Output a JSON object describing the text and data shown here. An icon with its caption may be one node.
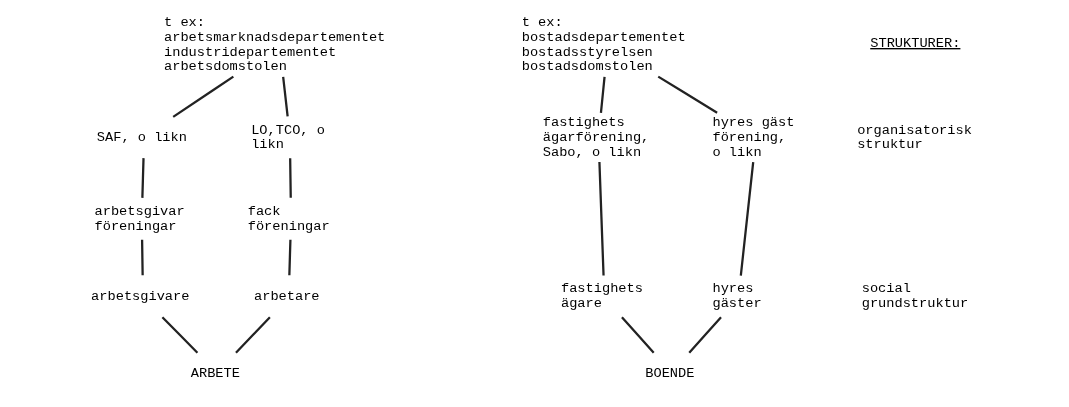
{
  "diagram": {
    "nodes": [
      {
        "text": [
          "t ex:",
          "arbetsmarknadsdepartementet",
          "industridepartementet",
          "arbetsdomstolen"
        ]
      },
      {
        "text": [
          "SAF, o likn"
        ]
      },
      {
        "text": [
          "LO,TCO, o likn"
        ]
      },
      {
        "text": [
          "arbetsgivar föreningar"
        ]
      },
      {
        "text": [
          "fack föreningar"
        ]
      },
      {
        "text": [
          "arbetsgivare"
        ]
      },
      {
        "text": [
          "arbetare"
        ]
      },
      {
        "text": [
          "ARBETE"
        ]
      },
      {
        "text": [
          "t ex:",
          "bostadsdepartementet",
          "bostadsstyrelsen",
          "bostadsdomstolen"
        ]
      },
      {
        "text": [
          "fastighets ägarförening, Sabo, o likn"
        ]
      },
      {
        "text": [
          "hyres gäst förening, o likn"
        ]
      },
      {
        "text": [
          "fastighets ägare"
        ]
      },
      {
        "text": [
          "hyres gäster"
        ]
      },
      {
        "text": [
          "BOENDE"
        ]
      }
    ],
    "edges": [
      {
        "from": 0,
        "to": 1,
        "arrow": "none"
      },
      {
        "from": 0,
        "to": 2,
        "arrow": "none"
      },
      {
        "from": 1,
        "to": 3,
        "arrow": "none"
      },
      {
        "from": 2,
        "to": 4,
        "arrow": "none"
      },
      {
        "from": 3,
        "to": 5,
        "arrow": "none"
      },
      {
        "from": 4,
        "to": 6,
        "arrow": "none"
      },
      {
        "from": 5,
        "to": 7,
        "arrow": "none"
      },
      {
        "from": 6,
        "to": 7,
        "arrow": "none"
      },
      {
        "from": 8,
        "to": 9,
        "arrow": "none"
      },
      {
        "from": 8,
        "to": 10,
        "arrow": "none"
      },
      {
        "from": 9,
        "to": 11,
        "arrow": "none"
      },
      {
        "from": 10,
        "to": 12,
        "arrow": "none"
      },
      {
        "from": 11,
        "to": 13,
        "arrow": "none"
      },
      {
        "from": 12,
        "to": 13,
        "arrow": "none"
      }
    ],
    "labels": [
      "STRUKTURER:",
      "organisatorisk struktur",
      "social grundstruktur"
    ]
  }
}
